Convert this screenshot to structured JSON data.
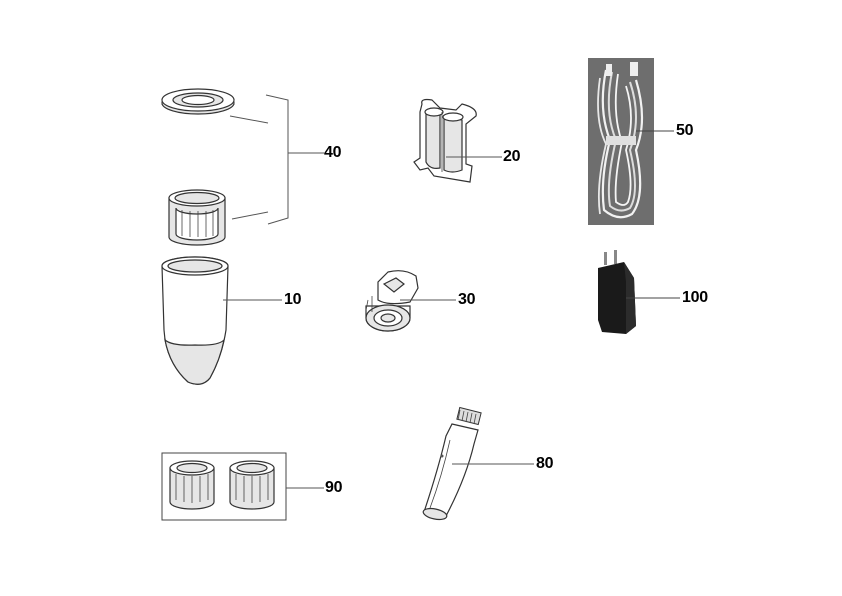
{
  "parts": [
    {
      "id": "p40",
      "label": "40",
      "name": "filter-cover-assembly"
    },
    {
      "id": "p20",
      "label": "20",
      "name": "battery-holder"
    },
    {
      "id": "p50",
      "label": "50",
      "name": "usb-cable"
    },
    {
      "id": "p10",
      "label": "10",
      "name": "dust-container"
    },
    {
      "id": "p30",
      "label": "30",
      "name": "motor-unit"
    },
    {
      "id": "p100",
      "label": "100",
      "name": "power-adapter"
    },
    {
      "id": "p90",
      "label": "90",
      "name": "spare-filters"
    },
    {
      "id": "p80",
      "label": "80",
      "name": "crevice-brush-tool"
    }
  ],
  "colors": {
    "line": "#555555",
    "outline": "#333333",
    "adapter": "#1a1a1a",
    "cable_bg": "#6e6e6e"
  }
}
